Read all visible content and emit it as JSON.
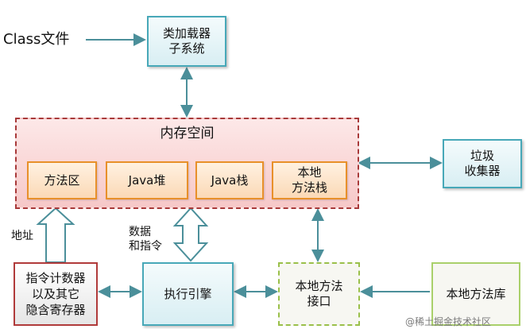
{
  "input_label": "Class文件",
  "class_loader": [
    "类加载器",
    "子系统"
  ],
  "memory": {
    "title": "内存空间",
    "areas": [
      "方法区",
      "Java堆",
      "Java栈",
      [
        "本地",
        "方法栈"
      ]
    ]
  },
  "gc": [
    "垃圾",
    "收集器"
  ],
  "pc_register": [
    "指令计数器",
    "以及其它",
    "隐含寄存器"
  ],
  "execution_engine": "执行引擎",
  "native_interface": [
    "本地方法",
    "接口"
  ],
  "native_library": "本地方法库",
  "labels": {
    "address": "地址",
    "data_instructions": [
      "数据",
      "和指令"
    ]
  },
  "watermark": "@稀土掘金技术社区",
  "colors": {
    "cyan_border": "#47a8b8",
    "memory_border": "#a83a3a",
    "area_border": "#e8902a",
    "native_border": "#9ac04a",
    "arrow": "#4b8f9a"
  }
}
